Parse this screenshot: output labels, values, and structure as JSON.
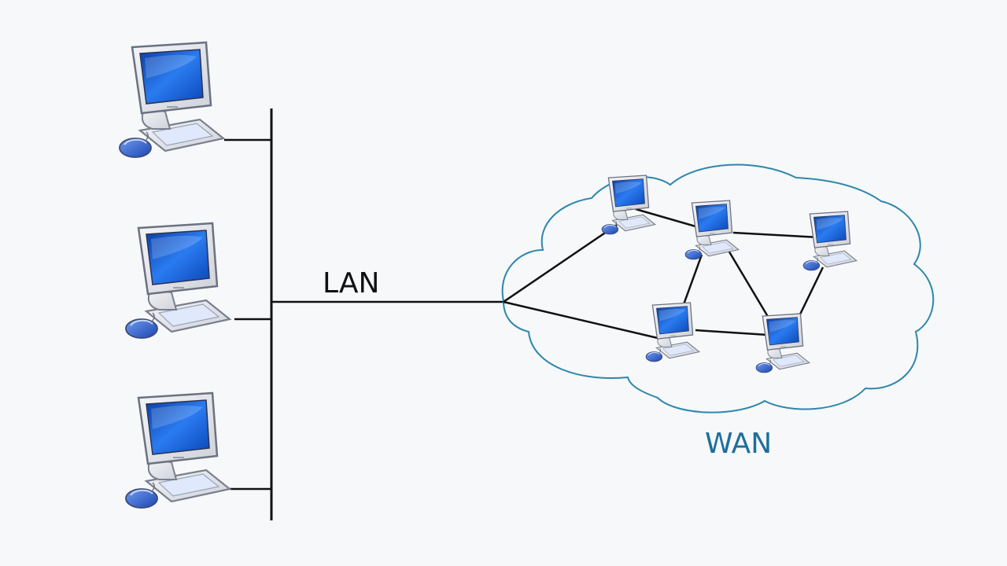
{
  "labels": {
    "lan": "LAN",
    "wan": "WAN"
  },
  "colors": {
    "background": "#f6f8fa",
    "wire": "#111111",
    "cloud_stroke": "#2e86ab",
    "wan_label": "#1e6f99",
    "screen": "#1258d6",
    "monitor_body": "#e4e6ec",
    "mouse": "#2c5fcf"
  },
  "nodes": {
    "lan_computers": [
      {
        "id": "lan-pc-1",
        "icon": "desktop-computer-icon"
      },
      {
        "id": "lan-pc-2",
        "icon": "desktop-computer-icon"
      },
      {
        "id": "lan-pc-3",
        "icon": "desktop-computer-icon"
      }
    ],
    "wan_computers": [
      {
        "id": "wan-pc-1",
        "icon": "desktop-computer-icon"
      },
      {
        "id": "wan-pc-2",
        "icon": "desktop-computer-icon"
      },
      {
        "id": "wan-pc-3",
        "icon": "desktop-computer-icon"
      },
      {
        "id": "wan-pc-4",
        "icon": "desktop-computer-icon"
      },
      {
        "id": "wan-pc-5",
        "icon": "desktop-computer-icon"
      }
    ]
  },
  "links": [
    [
      "wan-pc-1",
      "wan-pc-2"
    ],
    [
      "wan-pc-2",
      "wan-pc-3"
    ],
    [
      "wan-pc-2",
      "wan-pc-4"
    ],
    [
      "wan-pc-2",
      "wan-pc-5"
    ],
    [
      "wan-pc-4",
      "wan-pc-5"
    ],
    [
      "wan-pc-3",
      "wan-pc-5"
    ],
    [
      "wan-entry",
      "wan-pc-1"
    ],
    [
      "wan-entry",
      "wan-pc-4"
    ]
  ]
}
